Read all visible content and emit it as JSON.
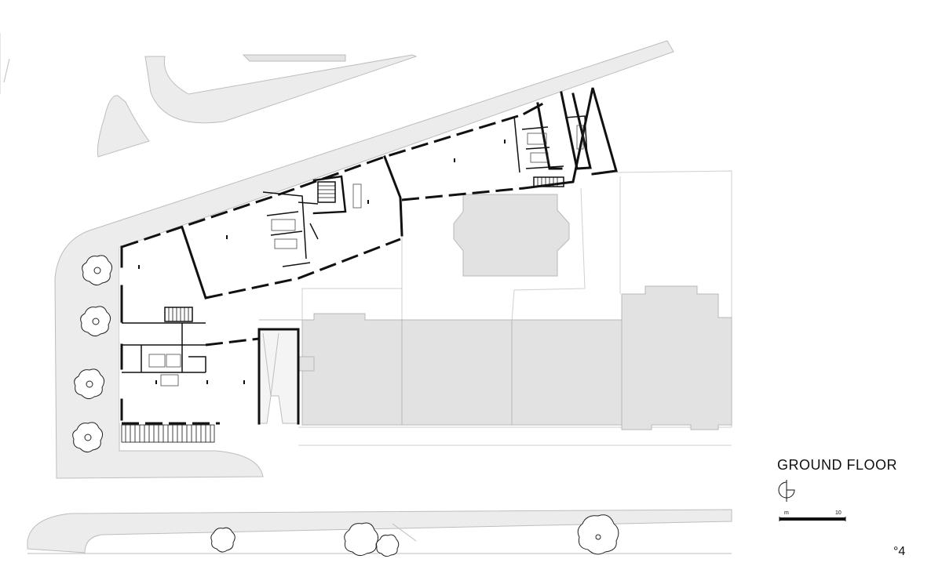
{
  "drawing": {
    "title": "GROUND FLOOR",
    "scale_start_label": "m",
    "scale_end_label": "10",
    "sheet_number": "°4"
  },
  "colors": {
    "wall": "#111111",
    "paving": "#ececec",
    "neighbour_block": "#e2e2e2",
    "thin_line": "#bdbdbd"
  },
  "icons": [
    "north-arrow-icon",
    "tree-icon",
    "stair-icon"
  ]
}
